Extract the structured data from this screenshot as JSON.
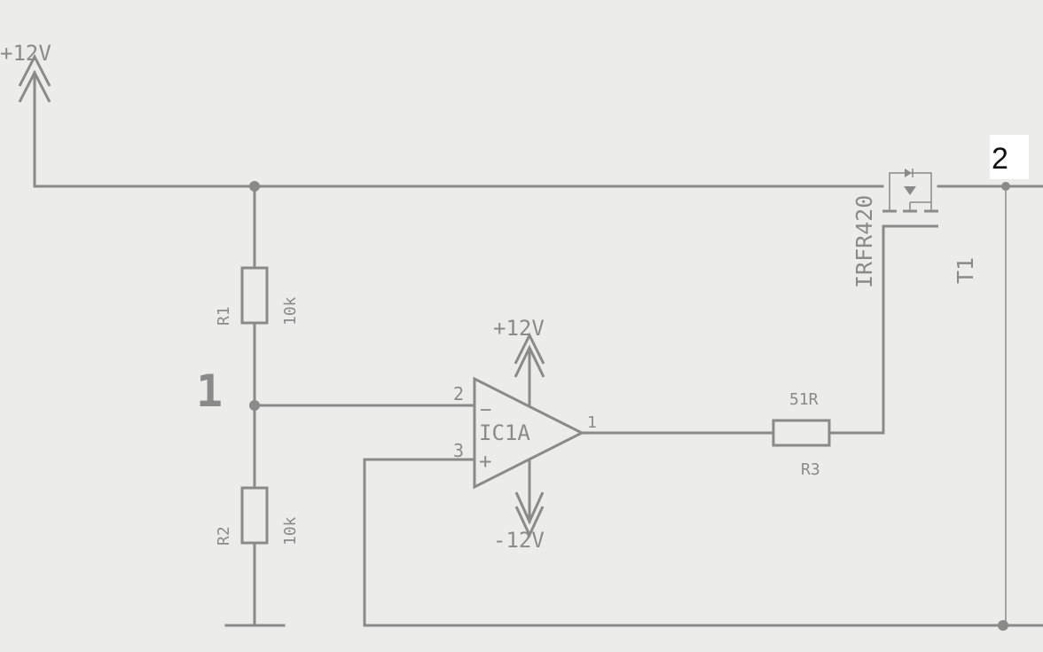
{
  "supply_top": "+12V",
  "node1": "1",
  "node2": "2",
  "r1": {
    "ref": "R1",
    "value": "10k"
  },
  "r2": {
    "ref": "R2",
    "value": "10k"
  },
  "r3": {
    "ref": "R3",
    "value": "51R"
  },
  "opamp": {
    "ref": "IC1A",
    "pos_supply": "+12V",
    "neg_supply": "-12V",
    "pin_inv": "2",
    "pin_noninv": "3",
    "pin_out": "1",
    "sign_minus": "−",
    "sign_plus": "+"
  },
  "mosfet": {
    "part": "IRFR420",
    "ref": "T1"
  }
}
